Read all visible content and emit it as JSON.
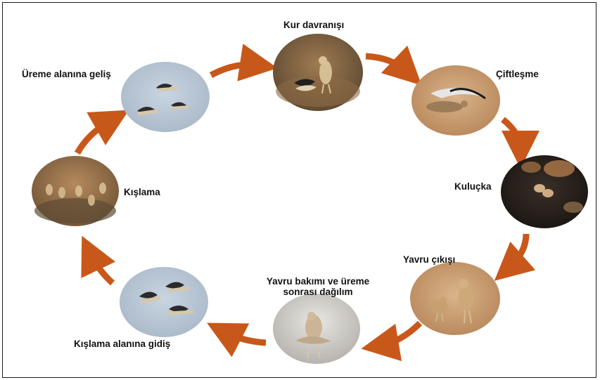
{
  "stages": [
    {
      "id": "kur",
      "label": "Kur davranışı"
    },
    {
      "id": "ciftlesme",
      "label": "Çiftleşme"
    },
    {
      "id": "kulucka",
      "label": "Kuluçka"
    },
    {
      "id": "yavru_cikisi",
      "label": "Yavru çıkışı"
    },
    {
      "id": "yavru_bakimi",
      "label_line1": "Yavru bakımı ve üreme",
      "label_line2": "sonrası dağılım"
    },
    {
      "id": "kislama_gidis",
      "label": "Kışlama alanına gidiş"
    },
    {
      "id": "kislama",
      "label": "Kışlama"
    },
    {
      "id": "ureme_gelis",
      "label": "Üreme alanına geliş"
    }
  ],
  "colors": {
    "arrow": "#c8581a",
    "sky": "#b9c7d6",
    "sand": "#c9a37a",
    "dark_ground": "#2a221d",
    "bird_light": "#d8c3a0",
    "bird_dark": "#222222"
  }
}
